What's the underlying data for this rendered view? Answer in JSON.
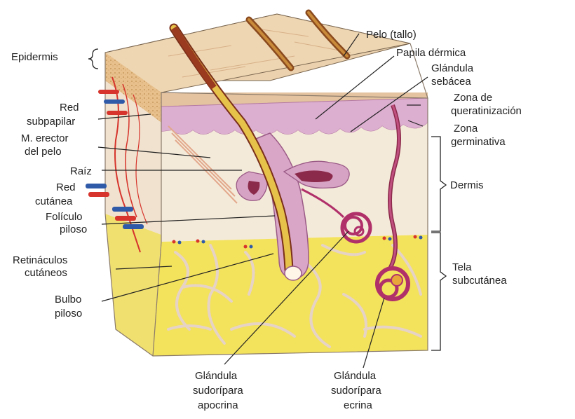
{
  "labels": {
    "epidermis": "Epidermis",
    "red_subpapilar_1": "Red",
    "red_subpapilar_2": "subpapilar",
    "m_erector_1": "M. erector",
    "m_erector_2": "del pelo",
    "raiz": "Raíz",
    "red_cutanea_1": "Red",
    "red_cutanea_2": "cutánea",
    "foliculo_1": "Folículo",
    "foliculo_2": "piloso",
    "retinaculos_1": "Retináculos",
    "retinaculos_2": "cutáneos",
    "bulbo_1": "Bulbo",
    "bulbo_2": "piloso",
    "pelo_tallo": "Pelo (tallo)",
    "papila_dermica": "Papila dérmica",
    "glandula_sebacea_1": "Glándula",
    "glandula_sebacea_2": "sebácea",
    "zona_queratinizacion_1": "Zona de",
    "zona_queratinizacion_2": "queratinización",
    "zona_germinativa_1": "Zona",
    "zona_germinativa_2": "germinativa",
    "dermis": "Dermis",
    "tela_subcutanea_1": "Tela",
    "tela_subcutanea_2": "subcutánea",
    "sudoripara_apocrina_1": "Glándula",
    "sudoripara_apocrina_2": "sudorípara",
    "sudoripara_apocrina_3": "apocrina",
    "sudoripara_ecrina_1": "Glándula",
    "sudoripara_ecrina_2": "sudorípara",
    "sudoripara_ecrina_3": "ecrina"
  },
  "colors": {
    "epidermis_top": "#e9c79a",
    "germinative_layer": "#d9a6c8",
    "dermis": "#f3e8d6",
    "subcutis": "#f2e25a",
    "hair": "#d9b53a",
    "hair_dark": "#7a2f1a",
    "gland": "#b0306a",
    "vessel_red": "#d6342c",
    "vessel_blue": "#2f5aa8"
  }
}
